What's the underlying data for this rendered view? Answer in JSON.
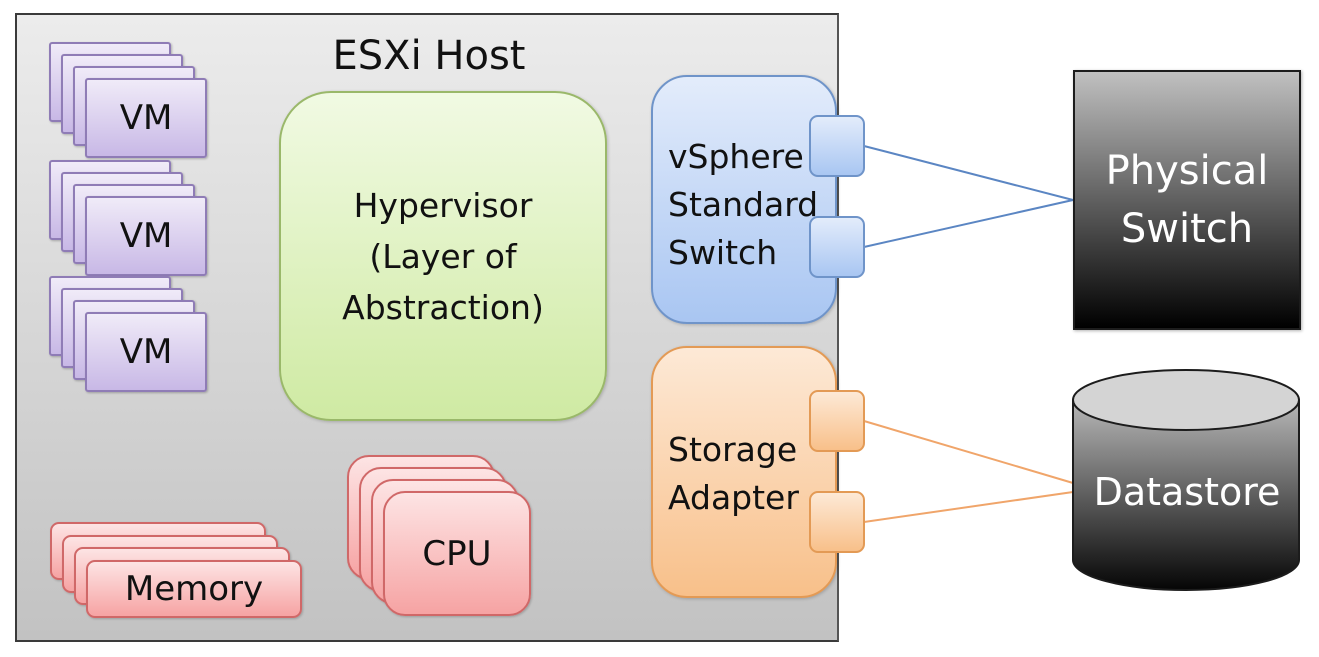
{
  "host": {
    "title": "ESXi Host"
  },
  "vms": [
    {
      "label": "VM"
    },
    {
      "label": "VM"
    },
    {
      "label": "VM"
    }
  ],
  "hypervisor": {
    "lines": [
      "Hypervisor",
      "(Layer of",
      "Abstraction)"
    ]
  },
  "vswitch": {
    "lines": [
      "vSphere",
      "Standard",
      "Switch"
    ],
    "ports": 2
  },
  "storage_adapter": {
    "lines": [
      "Storage",
      "Adapter"
    ],
    "ports": 2
  },
  "memory": {
    "label": "Memory"
  },
  "cpu": {
    "label": "CPU"
  },
  "physical_switch": {
    "lines": [
      "Physical",
      "Switch"
    ]
  },
  "datastore": {
    "label": "Datastore"
  },
  "colors": {
    "network_link": "#5b86c3",
    "storage_link": "#f0a56a"
  }
}
